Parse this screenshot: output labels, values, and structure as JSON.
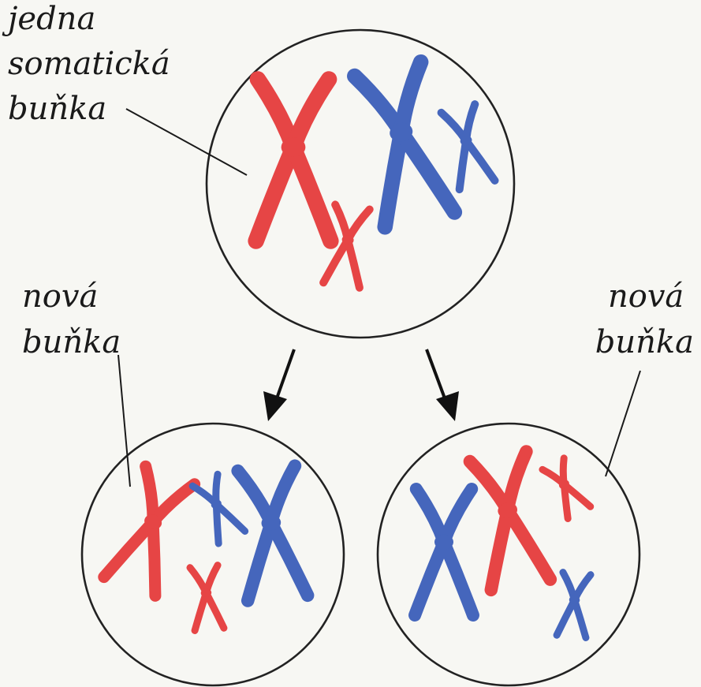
{
  "colors": {
    "maternal": "#e64545",
    "paternal": "#4566bc",
    "outline": "#222222",
    "background": "#f7f7f3"
  },
  "labels": {
    "parent": [
      "jedna",
      "somatická",
      "buňka"
    ],
    "daughter_left": [
      "nová",
      "buňka"
    ],
    "daughter_right": [
      "nová",
      "buňka"
    ]
  },
  "cells": [
    {
      "role": "parent",
      "chromosomes": [
        {
          "color": "maternal",
          "size": "large"
        },
        {
          "color": "maternal",
          "size": "small"
        },
        {
          "color": "paternal",
          "size": "large"
        },
        {
          "color": "paternal",
          "size": "small"
        }
      ]
    },
    {
      "role": "daughter-left",
      "chromosomes": [
        {
          "color": "maternal",
          "size": "large"
        },
        {
          "color": "maternal",
          "size": "small"
        },
        {
          "color": "paternal",
          "size": "large"
        },
        {
          "color": "paternal",
          "size": "small"
        }
      ]
    },
    {
      "role": "daughter-right",
      "chromosomes": [
        {
          "color": "maternal",
          "size": "large"
        },
        {
          "color": "maternal",
          "size": "small"
        },
        {
          "color": "paternal",
          "size": "large"
        },
        {
          "color": "paternal",
          "size": "small"
        }
      ]
    }
  ]
}
